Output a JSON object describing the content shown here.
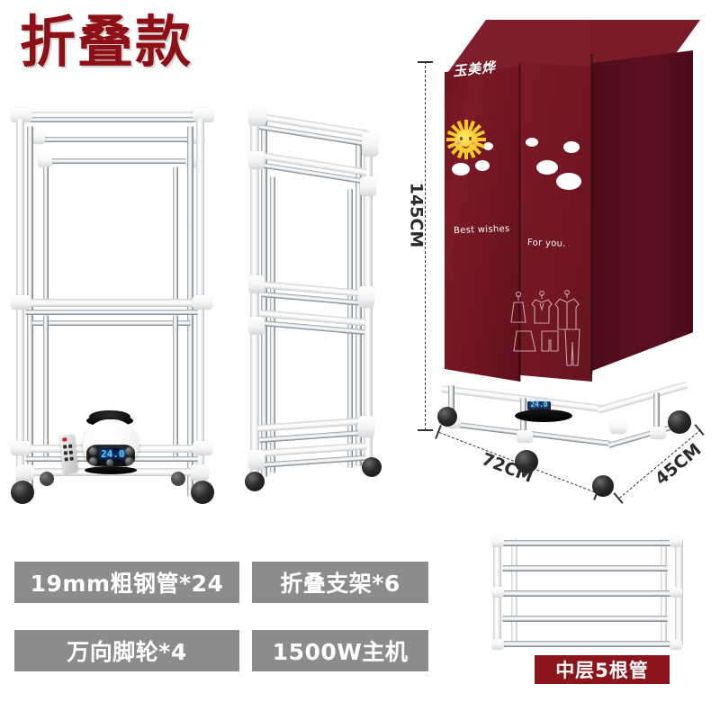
{
  "page": {
    "title": "折叠款",
    "title_color": "#8e1016",
    "background": "#ffffff"
  },
  "dimensions": {
    "height_label": "145CM",
    "width_label": "72CM",
    "depth_label": "45CM"
  },
  "cover": {
    "brand_logo": "玉美烨",
    "left_door_text": "Best wishes",
    "right_door_text": "For you.",
    "color": "#7d1a26",
    "side_color": "#4e0d18",
    "sun_color": "#f6d132",
    "cloud_color": "#ffffff"
  },
  "heater": {
    "display_value": "24.0",
    "display_color": "#5ec8ff"
  },
  "features": [
    {
      "label": "19mm粗钢管*24"
    },
    {
      "label": "折叠支架*6"
    },
    {
      "label": "万向脚轮*4"
    },
    {
      "label": "1500W主机"
    }
  ],
  "shelf": {
    "caption": "中层5根管",
    "caption_bg": "#8c151c",
    "tube_count": 5
  },
  "products": [
    {
      "name": "unfolded-rack"
    },
    {
      "name": "folded-rack"
    },
    {
      "name": "assembled-dryer-with-cover"
    },
    {
      "name": "middle-shelf-5-tubes"
    }
  ]
}
